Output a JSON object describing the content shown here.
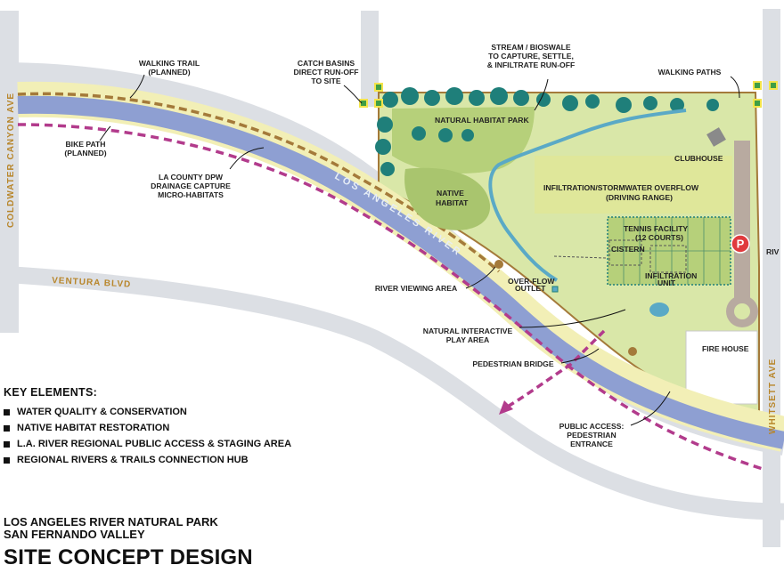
{
  "streets": {
    "coldwater": "COLDWATER CANYON AVE",
    "ventura": "VENTURA BLVD",
    "whitsett": "WHITSETT AVE",
    "river_cut": "RIV"
  },
  "river_name": "LOS ANGELES RIVER",
  "site_labels": {
    "natural_habitat_park": "NATURAL HABITAT PARK",
    "native_habitat": [
      "NATIVE",
      "HABITAT"
    ],
    "infiltration": "INFILTRATION/STORMWATER OVERFLOW",
    "driving_range": "(DRIVING RANGE)",
    "clubhouse": "CLUBHOUSE",
    "tennis": "TENNIS FACILITY",
    "courts": "(12 COURTS)",
    "cistern": "CISTERN",
    "infiltration_unit": [
      "INFILTRATION",
      "UNIT"
    ],
    "fire_house": "FIRE HOUSE",
    "overflow_outlet": [
      "OVER-FLOW",
      "OUTLET"
    ],
    "parking": "P"
  },
  "callouts": {
    "walking_trail": [
      "WALKING TRAIL",
      "(PLANNED)"
    ],
    "catch_basins": [
      "CATCH BASINS",
      "DIRECT RUN-OFF",
      "TO SITE"
    ],
    "stream": [
      "STREAM / BIOSWALE",
      "TO CAPTURE, SETTLE,",
      "& INFILTRATE RUN-OFF"
    ],
    "walking_paths": "WALKING PATHS",
    "bike_path": [
      "BIKE PATH",
      "(PLANNED)"
    ],
    "dpw": [
      "LA COUNTY DPW",
      "DRAINAGE CAPTURE",
      "MICRO-HABITATS"
    ],
    "river_viewing": "RIVER VIEWING AREA",
    "play_area": [
      "NATURAL INTERACTIVE",
      "PLAY AREA"
    ],
    "ped_bridge": "PEDESTRIAN BRIDGE",
    "public_access": [
      "PUBLIC ACCESS:",
      "PEDESTRIAN",
      "ENTRANCE"
    ]
  },
  "key": {
    "title": "KEY ELEMENTS:",
    "items": [
      "WATER QUALITY & CONSERVATION",
      "NATIVE HABITAT RESTORATION",
      "L.A. RIVER REGIONAL PUBLIC ACCESS & STAGING AREA",
      "REGIONAL RIVERS & TRAILS CONNECTION HUB"
    ]
  },
  "titles": {
    "line1": "LOS ANGELES RIVER NATURAL PARK",
    "line2": "SAN FERNANDO VALLEY",
    "main": "SITE CONCEPT DESIGN"
  },
  "colors": {
    "road": "#dcdfe4",
    "river": "#8e9fd2",
    "river_bank": "#f2efb6",
    "trail": "#a47a3a",
    "bike_path": "#b23b8c",
    "tree": "#1f7f7a",
    "grass": "#c4d98a",
    "range": "#dfe79a",
    "stream": "#5aa9c6"
  }
}
